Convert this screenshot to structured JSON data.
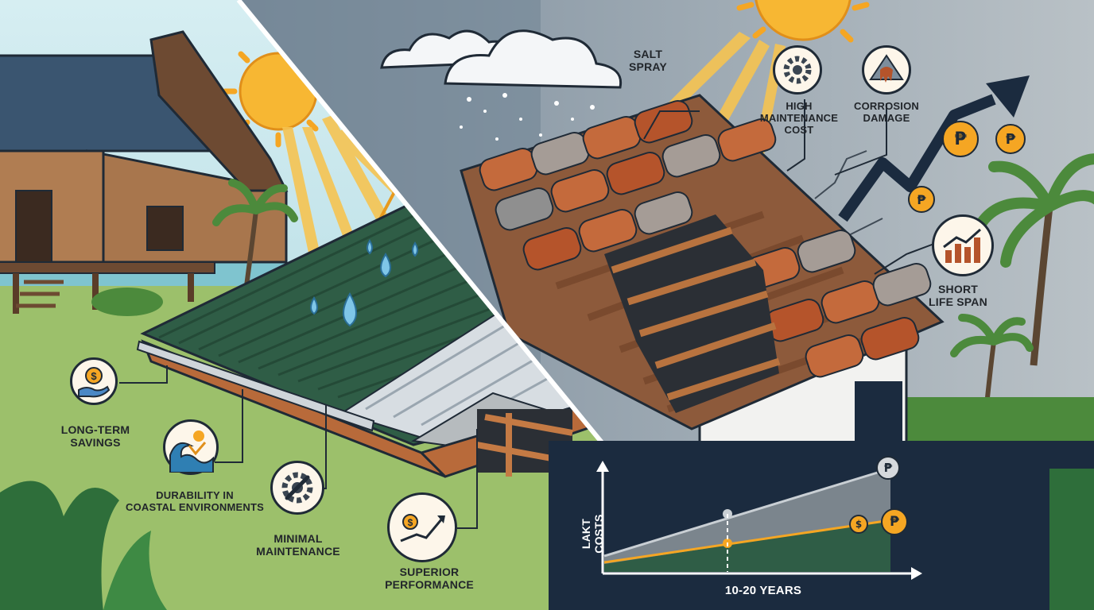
{
  "left_panel": {
    "benefits": [
      {
        "line1": "LONG-TERM",
        "line2": "SAVINGS",
        "icon": "hand-coin-icon"
      },
      {
        "line1": "DURABILITY IN",
        "line2": "COASTAL ENVIRONMENTS",
        "icon": "wave-sun-icon"
      },
      {
        "line1": "MINIMAL",
        "line2": "MAINTENANCE",
        "icon": "gear-wrench-icon"
      },
      {
        "line1": "SUPERIOR",
        "line2": "PERFORMANCE",
        "icon": "coin-trend-icon"
      }
    ]
  },
  "right_panel": {
    "issues": [
      {
        "line1": "SALT",
        "line2": "SPRAY"
      },
      {
        "line1": "HIGH",
        "line2": "MAINTENANCE",
        "line3": "COST",
        "icon": "gear-icon"
      },
      {
        "line1": "CORROSION",
        "line2": "DAMAGE",
        "icon": "rust-drip-icon"
      },
      {
        "line1": "SHORT",
        "line2": "LIFE SPAN",
        "icon": "bar-chart-icon"
      }
    ],
    "currency_symbol": "₱",
    "chart": {
      "ylabel": "LAKT COSTS",
      "xlabel": "10-20 YEARS",
      "start_symbol": "$"
    }
  },
  "colors": {
    "sky_left": "#bfe3ea",
    "sky_right": "#93a0ab",
    "metal_roof": "#2f5d46",
    "rust": "#b5542b",
    "coin": "#f5a623",
    "navy": "#1b2b3f",
    "grass": "#9cc06b"
  }
}
